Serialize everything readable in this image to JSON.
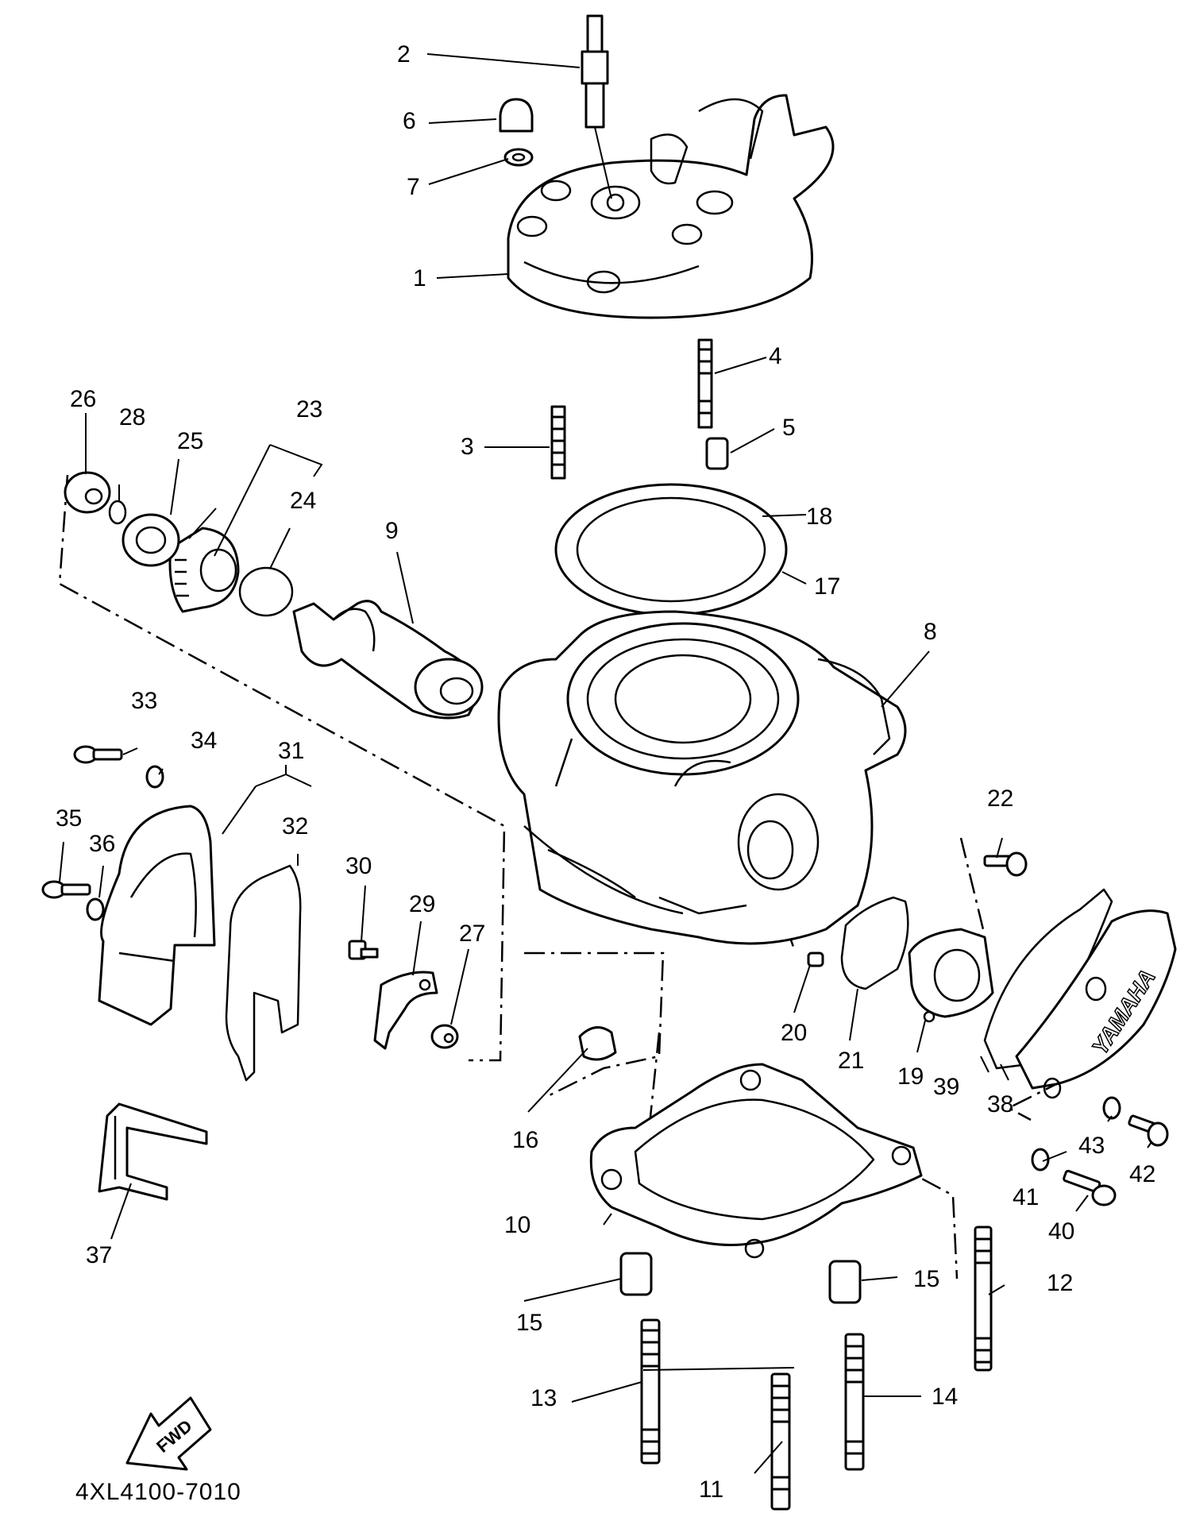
{
  "part_number": "4XL4100-7010",
  "fwd_badge": "FWD",
  "logo_text": "YAMAHA",
  "callouts": [
    {
      "id": "c1",
      "label": "1"
    },
    {
      "id": "c2",
      "label": "2"
    },
    {
      "id": "c3",
      "label": "3"
    },
    {
      "id": "c4",
      "label": "4"
    },
    {
      "id": "c5",
      "label": "5"
    },
    {
      "id": "c6",
      "label": "6"
    },
    {
      "id": "c7",
      "label": "7"
    },
    {
      "id": "c8",
      "label": "8"
    },
    {
      "id": "c9",
      "label": "9"
    },
    {
      "id": "c10",
      "label": "10"
    },
    {
      "id": "c11",
      "label": "11"
    },
    {
      "id": "c12",
      "label": "12"
    },
    {
      "id": "c13",
      "label": "13"
    },
    {
      "id": "c14",
      "label": "14"
    },
    {
      "id": "c15a",
      "label": "15"
    },
    {
      "id": "c15b",
      "label": "15"
    },
    {
      "id": "c16",
      "label": "16"
    },
    {
      "id": "c17",
      "label": "17"
    },
    {
      "id": "c18",
      "label": "18"
    },
    {
      "id": "c19",
      "label": "19"
    },
    {
      "id": "c20",
      "label": "20"
    },
    {
      "id": "c21",
      "label": "21"
    },
    {
      "id": "c22",
      "label": "22"
    },
    {
      "id": "c23",
      "label": "23"
    },
    {
      "id": "c24",
      "label": "24"
    },
    {
      "id": "c25",
      "label": "25"
    },
    {
      "id": "c26",
      "label": "26"
    },
    {
      "id": "c27",
      "label": "27"
    },
    {
      "id": "c28",
      "label": "28"
    },
    {
      "id": "c29",
      "label": "29"
    },
    {
      "id": "c30",
      "label": "30"
    },
    {
      "id": "c31",
      "label": "31"
    },
    {
      "id": "c32",
      "label": "32"
    },
    {
      "id": "c33",
      "label": "33"
    },
    {
      "id": "c34",
      "label": "34"
    },
    {
      "id": "c35",
      "label": "35"
    },
    {
      "id": "c36",
      "label": "36"
    },
    {
      "id": "c37",
      "label": "37"
    },
    {
      "id": "c38",
      "label": "38"
    },
    {
      "id": "c39",
      "label": "39"
    },
    {
      "id": "c40",
      "label": "40"
    },
    {
      "id": "c41",
      "label": "41"
    },
    {
      "id": "c42",
      "label": "42"
    },
    {
      "id": "c43",
      "label": "43"
    }
  ]
}
